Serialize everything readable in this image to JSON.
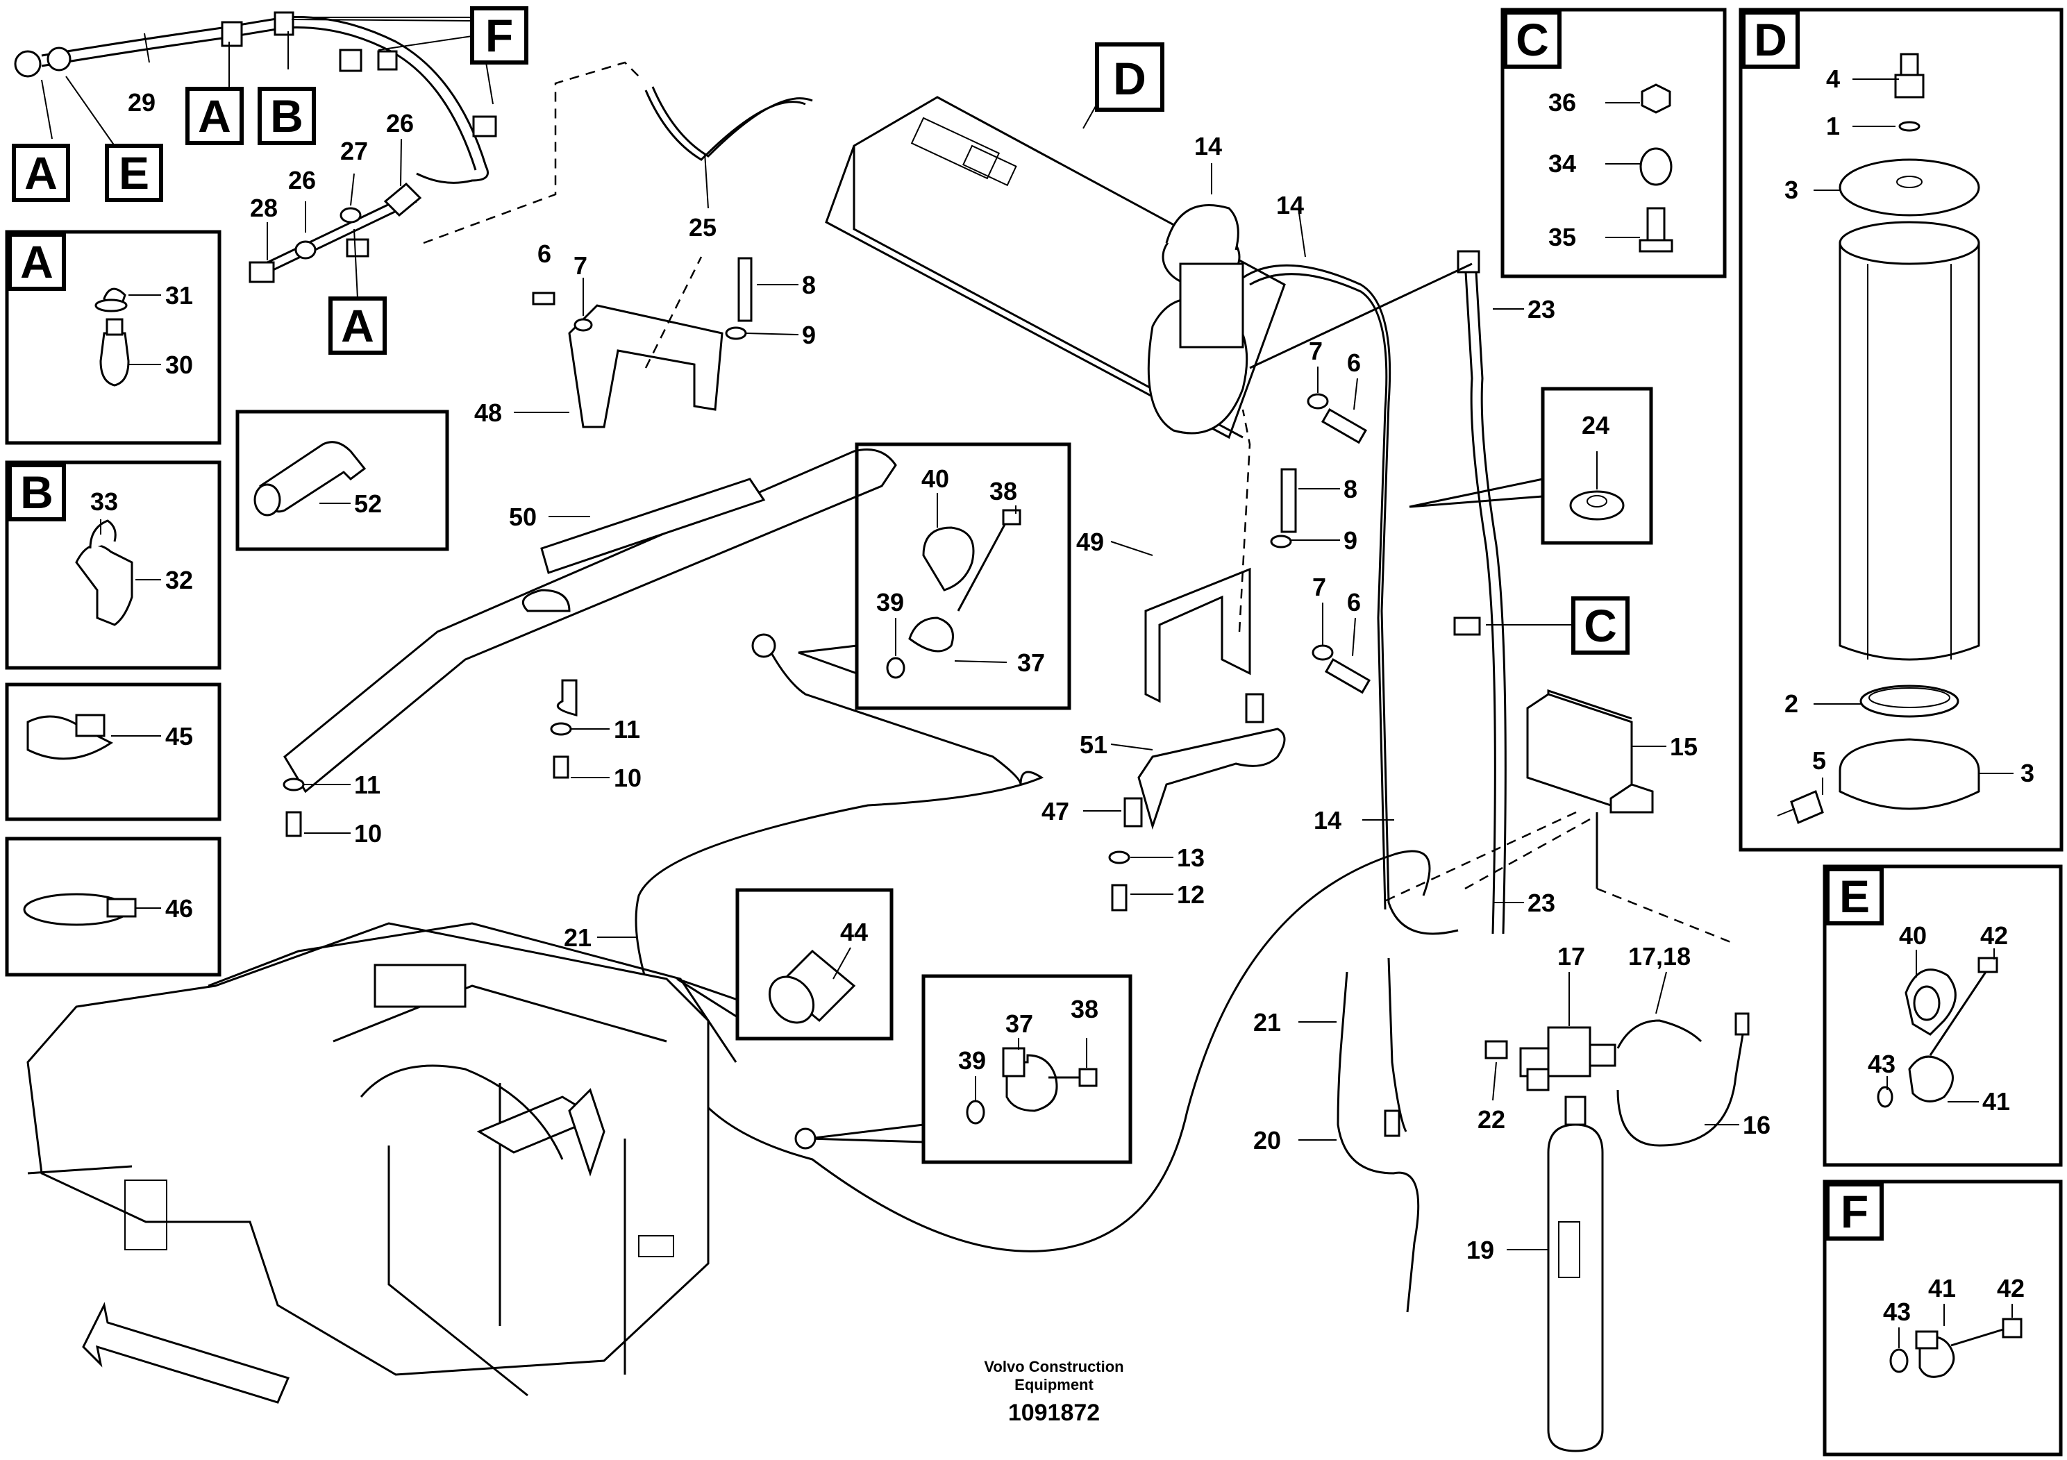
{
  "footer": {
    "publisher_line1": "Volvo Construction",
    "publisher_line2": "Equipment",
    "document_number": "1091872"
  },
  "callout_letters": {
    "a": "A",
    "b": "B",
    "c": "C",
    "d": "D",
    "e": "E",
    "f": "F"
  },
  "part_numbers": {
    "p1": "1",
    "p2": "2",
    "p3": "3",
    "p4": "4",
    "p5": "5",
    "p6": "6",
    "p7": "7",
    "p8": "8",
    "p9": "9",
    "p10": "10",
    "p11": "11",
    "p12": "12",
    "p13": "13",
    "p14": "14",
    "p15": "15",
    "p16": "16",
    "p17": "17",
    "p17_18": "17,18",
    "p19": "19",
    "p20": "20",
    "p21": "21",
    "p22": "22",
    "p23": "23",
    "p24": "24",
    "p25": "25",
    "p26": "26",
    "p27": "27",
    "p28": "28",
    "p29": "29",
    "p30": "30",
    "p31": "31",
    "p32": "32",
    "p33": "33",
    "p34": "34",
    "p35": "35",
    "p36": "36",
    "p37": "37",
    "p38": "38",
    "p39": "39",
    "p40": "40",
    "p41": "41",
    "p42": "42",
    "p43": "43",
    "p44": "44",
    "p45": "45",
    "p46": "46",
    "p47": "47",
    "p48": "48",
    "p49": "49",
    "p50": "50",
    "p51": "51",
    "p52": "52"
  }
}
